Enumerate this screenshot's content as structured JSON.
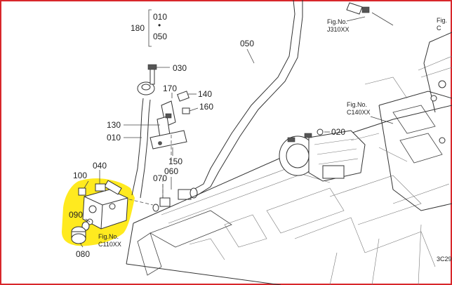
{
  "diagram": {
    "colors": {
      "frame": "#d8262b",
      "highlight": "#ffea1f",
      "line": "#333333"
    },
    "group_180": {
      "label": "180",
      "from": "010",
      "dot": "•",
      "to": "050"
    },
    "callouts": {
      "c030": "030",
      "c050": "050",
      "c170": "170",
      "c140": "140",
      "c160": "160",
      "c130": "130",
      "c010": "010",
      "c150": "150",
      "c020": "020",
      "c100": "100",
      "c040": "040",
      "c070": "070",
      "c060": "060",
      "c090": "090",
      "c080": "080"
    },
    "fig_refs": {
      "j310": {
        "label": "Fig.No.",
        "code": "J310XX"
      },
      "c140": {
        "label": "Fig.No.",
        "code": "C140XX"
      },
      "c110": {
        "label": "Fig.No.",
        "code": "C110XX"
      },
      "right": {
        "label": "Fig.",
        "code": "C"
      }
    },
    "drawing_id": "3C29"
  }
}
